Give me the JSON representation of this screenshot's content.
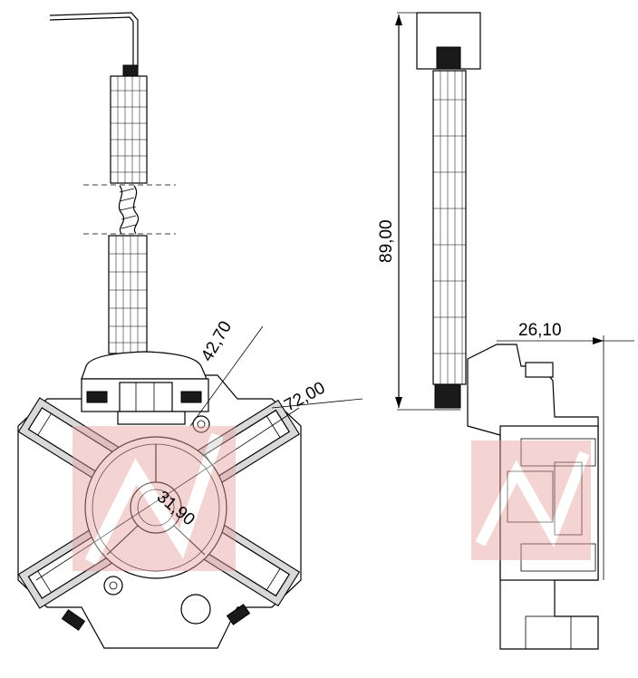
{
  "dimensions": {
    "d1": "42,70",
    "d2": "72,00",
    "d3": "31,90",
    "d4": "89,00",
    "d5": "26,10"
  },
  "watermark": {
    "color": "#e8a0a0"
  }
}
